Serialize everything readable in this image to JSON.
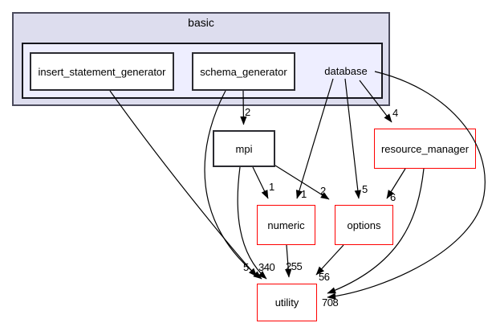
{
  "diagram": {
    "type": "directory-dependency-graph",
    "cluster_label": "basic",
    "nodes": {
      "insert_statement_generator": "insert_statement_generator",
      "schema_generator": "schema_generator",
      "database": "database",
      "mpi": "mpi",
      "resource_manager": "resource_manager",
      "numeric": "numeric",
      "options": "options",
      "utility": "utility"
    },
    "node_styles": {
      "normal_border": "#2b2b31",
      "truncated_border": "#ff0000",
      "node_fill": "#ffffff",
      "cluster_fill": "#ddddee",
      "cluster_inner_fill": "#eeeeff",
      "cluster_border": "#4b4b5c",
      "edge_color": "#000000"
    },
    "edges": [
      {
        "from": "schema_generator",
        "to": "mpi",
        "label": "2"
      },
      {
        "from": "database",
        "to": "resource_manager",
        "label": "4"
      },
      {
        "from": "mpi",
        "to": "numeric",
        "label": "1"
      },
      {
        "from": "database",
        "to": "numeric",
        "label": "1"
      },
      {
        "from": "mpi",
        "to": "options",
        "label": "2"
      },
      {
        "from": "database",
        "to": "options",
        "label": "5"
      },
      {
        "from": "resource_manager",
        "to": "options",
        "label": "6"
      },
      {
        "from": "insert_statement_generator",
        "to": "utility",
        "label": "5"
      },
      {
        "from": "schema_generator",
        "to": "utility",
        "label": "shares overlapped label 340"
      },
      {
        "from": "mpi",
        "to": "utility",
        "label": "shares overlapped label 340"
      },
      {
        "from": "numeric",
        "to": "utility",
        "label": "255"
      },
      {
        "from": "options",
        "to": "utility",
        "label": "56"
      },
      {
        "from": "resource_manager",
        "to": "utility",
        "label": "shares overlapped label 708"
      },
      {
        "from": "database",
        "to": "utility",
        "label": "shares overlapped label 708"
      }
    ],
    "edge_labels": {
      "schema_generator_mpi": "2",
      "database_resource_manager": "4",
      "mpi_numeric": "1",
      "database_numeric": "1",
      "mpi_options": "2",
      "database_options": "5",
      "resource_manager_options": "6",
      "insert_statement_generator_utility": "5",
      "utility_left_overlap": "340",
      "numeric_utility": "255",
      "options_utility": "56",
      "utility_right_overlap": "708"
    }
  }
}
